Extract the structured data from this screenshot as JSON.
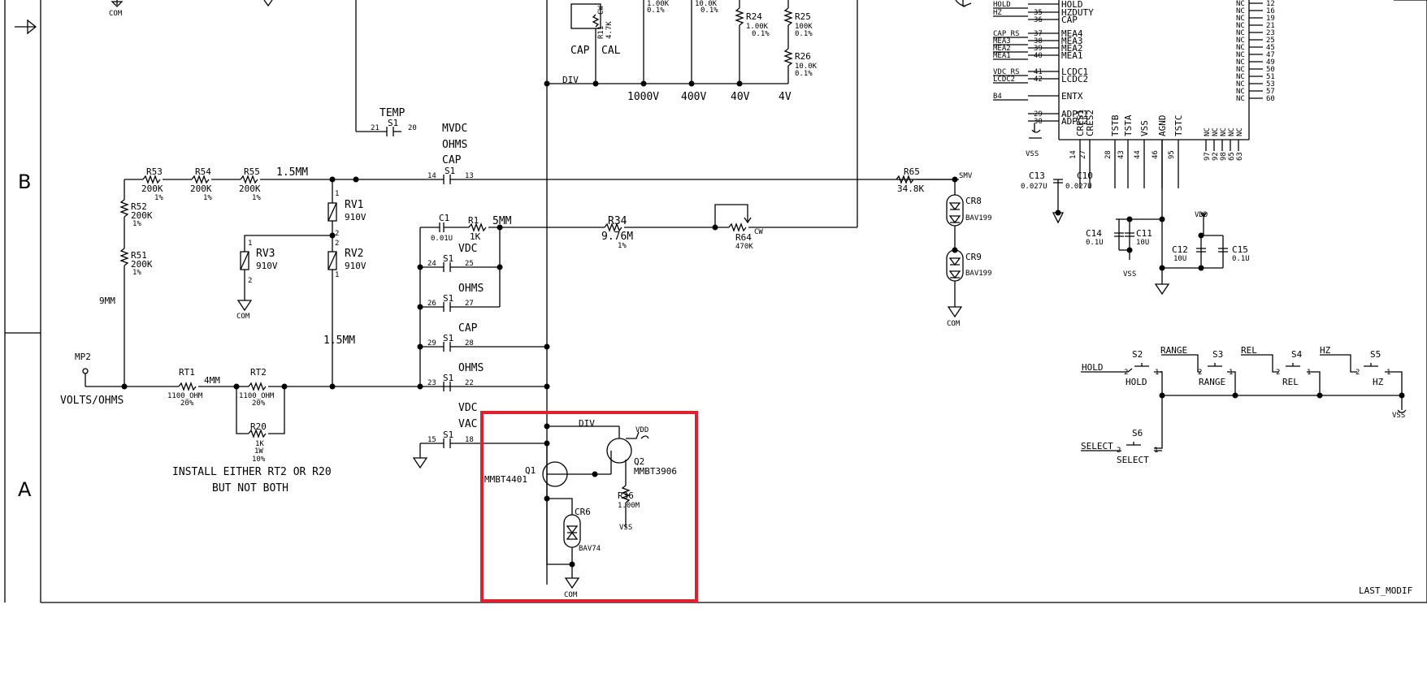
{
  "zones": {
    "b": "B",
    "a": "A"
  },
  "nets": {
    "com": "COM",
    "div": "DIV",
    "vss": "VSS",
    "vdd": "VDD",
    "smv": "SMV",
    "mp2": "MP2",
    "volts_ohms": "VOLTS/OHMS",
    "nine_mm": "9MM",
    "one_five_mm": "1.5MM",
    "four_mm": "4MM",
    "five_mm": "5MM",
    "last_modif": "LAST_MODIF"
  },
  "top": {
    "cap": "CAP",
    "cal": "CAL",
    "r11": "R11",
    "r11_val": "4.7K",
    "cw": "CW",
    "r24": "R24",
    "r24_val": "1.00K",
    "r24_tol": "0.1%",
    "r25": "R25",
    "r25_val": "100K",
    "r25_tol": "0.1%",
    "r26": "R26",
    "r26_val": "10.0K",
    "r26_tol": "0.1%",
    "rA_val": "1.00K",
    "rA_tol": "0.1%",
    "rB_val": "10.0K",
    "rB_tol": "0.1%",
    "v1000": "1000V",
    "v400": "400V",
    "v40": "40V",
    "v4": "4V"
  },
  "input": {
    "r53": "R53",
    "r54": "R54",
    "r55": "R55",
    "r52": "R52",
    "r51": "R51",
    "k200": "200K",
    "pct1": "1%",
    "rv1": "RV1",
    "rv2": "RV2",
    "rv3": "RV3",
    "v910": "910V",
    "temp": "TEMP",
    "s1": "S1",
    "mvdc": "MVDC",
    "ohms": "OHMS",
    "cap": "CAP",
    "vdc": "VDC",
    "vac": "VAC",
    "c1": "C1",
    "c1_val": "0.01U",
    "r1": "R1",
    "r1_val": "1K",
    "r34": "R34",
    "r34_val": "9.76M",
    "r64": "R64",
    "r64_val": "470K",
    "cw": "CW",
    "rt1": "RT1",
    "rt2": "RT2",
    "ohm1100": "1100_OHM",
    "pct20": "20%",
    "r20": "R20",
    "r20_val": "1K",
    "r20_w": "1W",
    "pct10": "10%",
    "note1": "INSTALL EITHER RT2 OR R20",
    "note2": "BUT NOT BOTH",
    "pins": [
      "21",
      "20",
      "14",
      "13",
      "24",
      "25",
      "26",
      "27",
      "29",
      "28",
      "23",
      "22",
      "15",
      "18",
      "1",
      "2"
    ]
  },
  "hv": {
    "q1": "Q1",
    "q1_part": "MMBT4401",
    "q2": "Q2",
    "q2_part": "MMBT3906",
    "r36": "R36",
    "r36_val": "1.00M",
    "cr6": "CR6",
    "cr6_part": "BAV74"
  },
  "smv": {
    "r65": "R65",
    "r65_val": "34.8K",
    "cr8": "CR8",
    "cr9": "CR9",
    "bav199": "BAV199"
  },
  "ic": {
    "left_pins": [
      {
        "net": "HOLD",
        "num": "",
        "name": "HOLD"
      },
      {
        "net": "HZ",
        "num": "35",
        "name": "HZDUTY"
      },
      {
        "net": "",
        "num": "36",
        "name": "CAP"
      },
      {
        "net": "CAP_RS",
        "num": "37",
        "name": "MEA4"
      },
      {
        "net": "MEA3",
        "num": "38",
        "name": "MEA3"
      },
      {
        "net": "MEA2",
        "num": "39",
        "name": "MEA2"
      },
      {
        "net": "MEA1",
        "num": "40",
        "name": "MEA1"
      },
      {
        "net": "VDC_RS",
        "num": "41",
        "name": "LCDC1"
      },
      {
        "net": "LCDC2",
        "num": "42",
        "name": "LCDC2"
      },
      {
        "net": "B4",
        "num": "",
        "name": "ENTX"
      },
      {
        "net": "",
        "num": "29",
        "name": "ADPC1"
      },
      {
        "net": "",
        "num": "30",
        "name": "ADPC2"
      }
    ],
    "right_pins": [
      "12",
      "16",
      "19",
      "21",
      "23",
      "25",
      "45",
      "47",
      "49",
      "50",
      "51",
      "53",
      "57",
      "60"
    ],
    "nc": "NC",
    "bottom_pins": [
      {
        "name": "CRES1",
        "num": "14"
      },
      {
        "name": "CRES2",
        "num": "27"
      },
      {
        "name": "TSTB",
        "num": "28"
      },
      {
        "name": "TSTA",
        "num": "43"
      },
      {
        "name": "VSS",
        "num": "44"
      },
      {
        "name": "AGND",
        "num": "46"
      },
      {
        "name": "TSTC",
        "num": "95"
      }
    ],
    "bottom_nc": [
      "97",
      "92",
      "98",
      "65",
      "63"
    ],
    "c13": "C13",
    "c13_val": "0.027U",
    "c10": "C10",
    "c10_val": "0.027U",
    "c14": "C14",
    "c14_val": "0.1U",
    "c11": "C11",
    "c11_val": "10U",
    "c12": "C12",
    "c12_val": "10U",
    "c15": "C15",
    "c15_val": "0.1U"
  },
  "switches": {
    "hold": "HOLD",
    "range": "RANGE",
    "rel": "REL",
    "hz": "HZ",
    "select": "SELECT",
    "s2": "S2",
    "s3": "S3",
    "s4": "S4",
    "s5": "S5",
    "s6": "S6"
  }
}
